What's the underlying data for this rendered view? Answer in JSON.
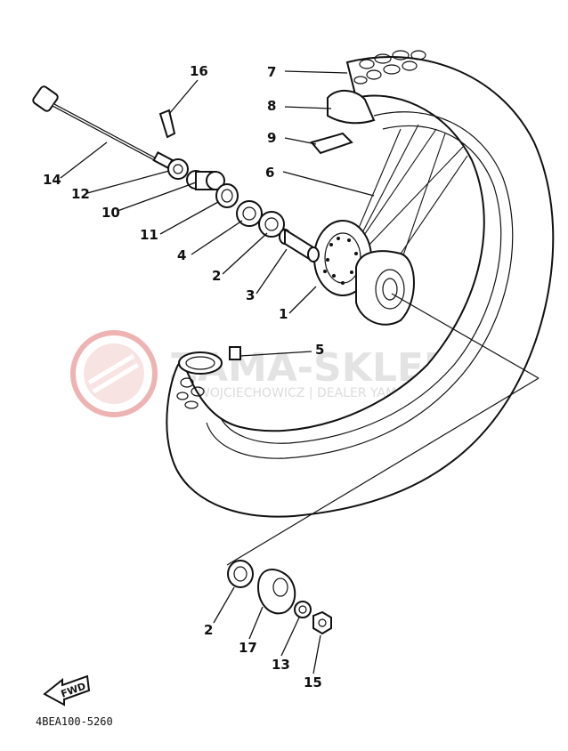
{
  "callouts": [
    {
      "id": "1",
      "label": "1"
    },
    {
      "id": "2a",
      "label": "2"
    },
    {
      "id": "2b",
      "label": "2"
    },
    {
      "id": "3",
      "label": "3"
    },
    {
      "id": "4",
      "label": "4"
    },
    {
      "id": "5",
      "label": "5"
    },
    {
      "id": "6",
      "label": "6"
    },
    {
      "id": "7",
      "label": "7"
    },
    {
      "id": "8",
      "label": "8"
    },
    {
      "id": "9",
      "label": "9"
    },
    {
      "id": "10",
      "label": "10"
    },
    {
      "id": "11",
      "label": "11"
    },
    {
      "id": "12",
      "label": "12"
    },
    {
      "id": "13",
      "label": "13"
    },
    {
      "id": "14",
      "label": "14"
    },
    {
      "id": "15",
      "label": "15"
    },
    {
      "id": "16",
      "label": "16"
    },
    {
      "id": "17",
      "label": "17"
    }
  ],
  "fwd_label": "FWD",
  "drawing_ref": "4BEA100-5260",
  "watermark": {
    "main": "ZAMA-SKLEP.PL",
    "sub": "WOJCIECHOWICZ | DEALER YAMAHA",
    "logo_color": "#e8a0a0"
  }
}
